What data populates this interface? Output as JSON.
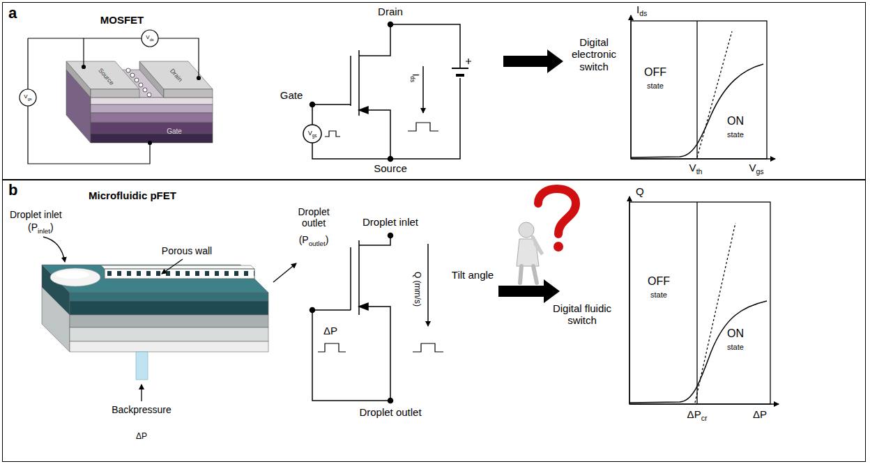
{
  "diagram": {
    "nodes": [
      {
        "text": [
          "a"
        ]
      },
      {
        "text": [
          "b"
        ]
      }
    ],
    "labels": [
      "MOSFET",
      "Vds",
      "Vgs",
      "Source",
      "Drain",
      "Gate",
      "Drain",
      "Gate",
      "Vgs",
      "Ids",
      "Source",
      "Digital electronic switch",
      "Ids",
      "OFF",
      "state",
      "ON",
      "state",
      "Vth",
      "Vgs",
      "Microfluidic pFET",
      "Droplet inlet",
      "(Pinlet)",
      "Porous wall",
      "Droplet outlet",
      "(Poutlet)",
      "Backpressure",
      "ΔP",
      "Droplet inlet",
      "ΔP",
      "Q (mm/s)",
      "Droplet outlet",
      "Tilt angle",
      "Digital fluidic switch",
      "Q",
      "OFF",
      "state",
      "ON",
      "state",
      "ΔPcr",
      "ΔP"
    ]
  }
}
